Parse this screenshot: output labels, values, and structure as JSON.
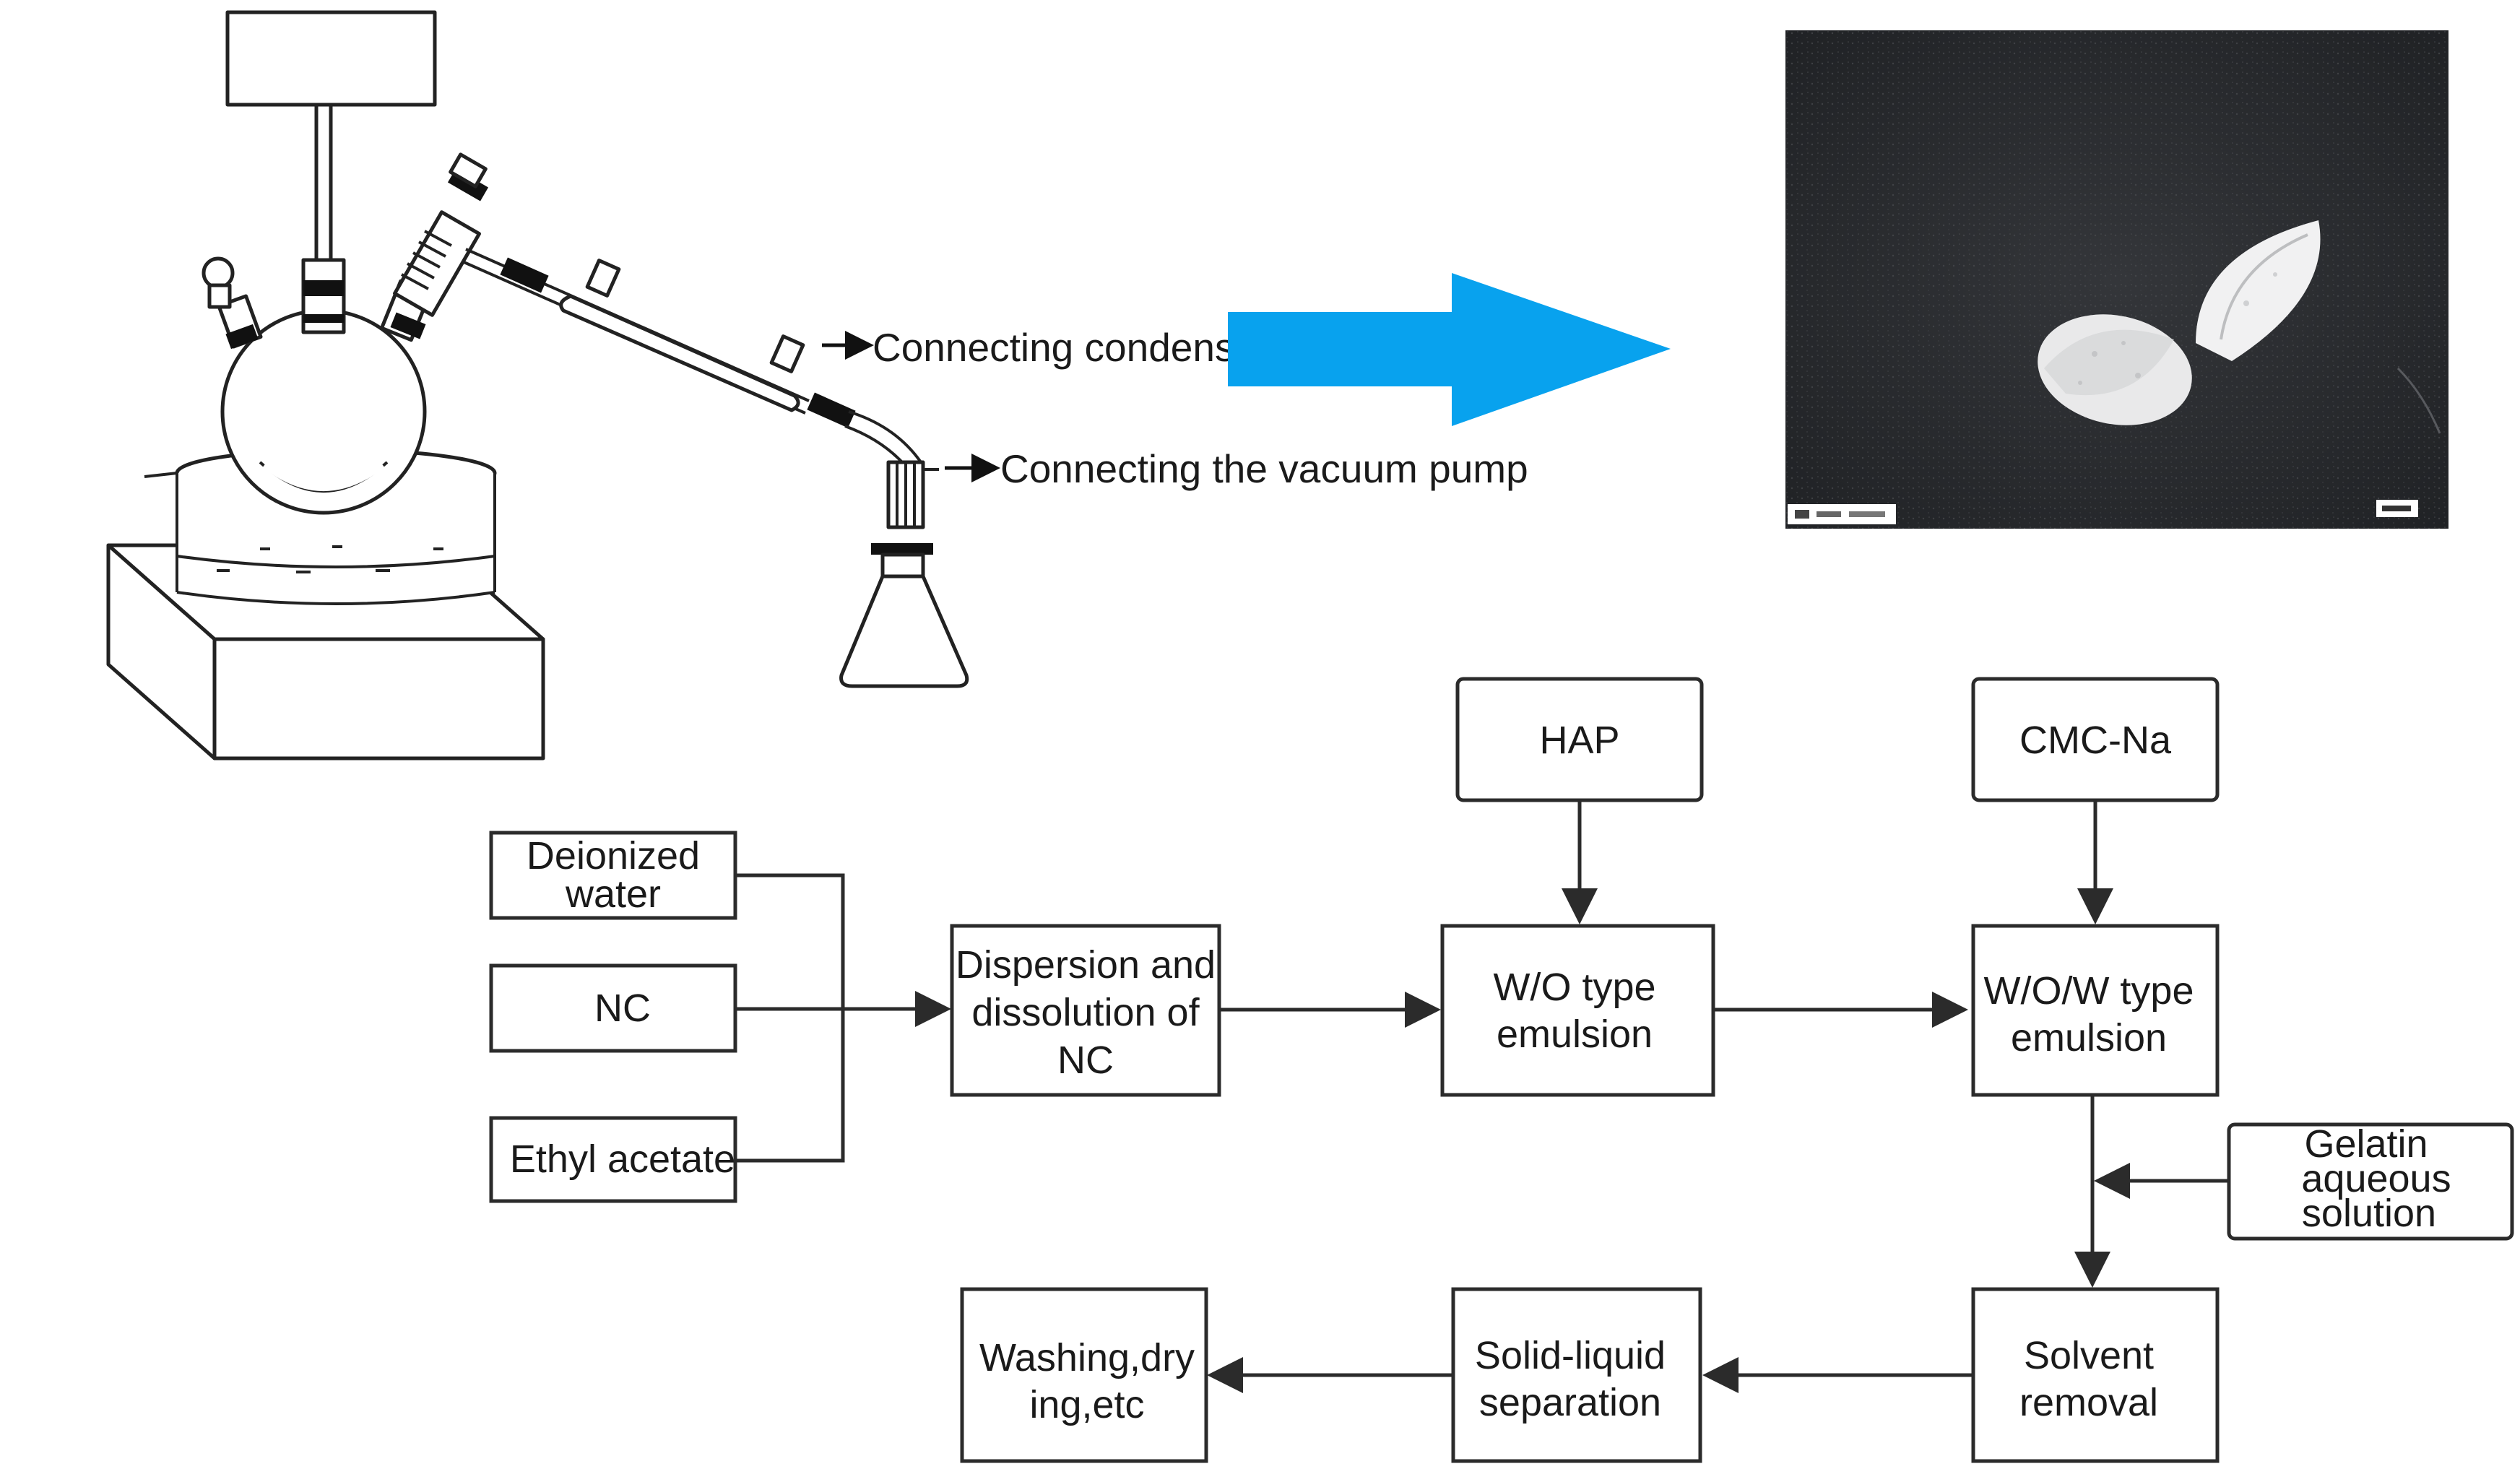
{
  "apparatus": {
    "labels": {
      "condensate": "Connecting condensate",
      "vacuum": "Connecting the vacuum pump"
    }
  },
  "flow": {
    "inputs": {
      "water": [
        "Deionized",
        "water"
      ],
      "nc": [
        "NC"
      ],
      "ethyl": [
        "Ethyl acetate"
      ]
    },
    "steps": {
      "dispersion": [
        "Dispersion and",
        "dissolution of",
        "NC"
      ],
      "wo": [
        "W/O type",
        "emulsion"
      ],
      "wow": [
        "W/O/W type",
        "emulsion"
      ],
      "solvent": [
        "Solvent",
        "removal"
      ],
      "solid": [
        "Solid-liquid",
        "separation"
      ],
      "washing": [
        "Washing,dry",
        "ing,etc"
      ]
    },
    "additives": {
      "hap": [
        "HAP"
      ],
      "cmc": [
        "CMC-Na"
      ],
      "gelatin": [
        "Gelatin",
        "aqueous",
        "solution"
      ]
    }
  },
  "colors": {
    "arrow_blue": "#08a2ee",
    "photo_bg": "#2a2c30",
    "line": "#2b2b2b"
  }
}
